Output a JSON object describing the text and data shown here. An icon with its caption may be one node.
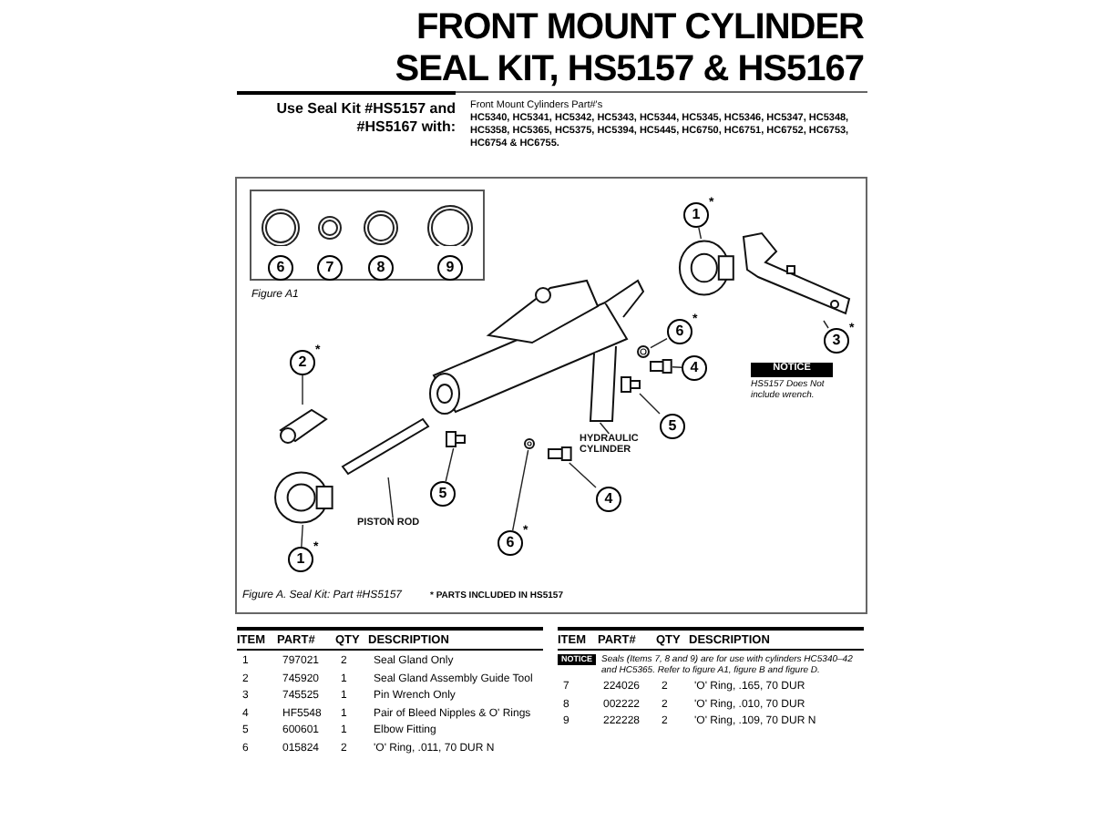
{
  "diagram": {
    "title": "FRONT MOUNT CYLINDER SEAL KIT, HS5157 & HS5167",
    "nodes": [
      {
        "text": [
          "1"
        ],
        "beside": [
          "*"
        ]
      },
      {
        "text": [],
        "shape": "picture"
      },
      {
        "text": [],
        "shape": "picture"
      },
      {
        "text": [
          "3"
        ],
        "beside": [
          "*"
        ]
      },
      {
        "text": [
          "6"
        ],
        "beside": [
          "*"
        ]
      },
      {
        "text": [],
        "shape": "circle"
      },
      {
        "text": [
          "4"
        ]
      },
      {
        "text": [],
        "shape": "picture"
      },
      {
        "text": [
          "5"
        ]
      },
      {
        "text": [],
        "shape": "picture"
      },
      {
        "text": [],
        "shape": "picture"
      },
      {
        "text": [
          "HYDRAULIC CYLINDER"
        ]
      },
      {
        "text": [
          "4"
        ]
      },
      {
        "text": [],
        "shape": "picture"
      },
      {
        "text": [
          "2"
        ],
        "beside": [
          "*"
        ]
      },
      {
        "text": [],
        "shape": "picture"
      },
      {
        "text": [
          "1"
        ],
        "beside": [
          "*"
        ]
      },
      {
        "text": [],
        "shape": "picture"
      },
      {
        "text": [],
        "shape": "picture"
      },
      {
        "text": [
          "PISTON ROD"
        ]
      },
      {
        "text": [
          "5"
        ]
      },
      {
        "text": [],
        "shape": "picture"
      },
      {
        "text": [
          "6"
        ],
        "beside": [
          "*"
        ]
      },
      {
        "text": [],
        "shape": "circle"
      },
      {
        "text": [
          "NOTICE"
        ],
        "beside": [
          "HS5157 Does Not include wrench."
        ]
      },
      {
        "text": [],
        "shape": "box",
        "beside": [
          "Figure A1"
        ]
      },
      {
        "text": [
          "6"
        ],
        "in": 25
      },
      {
        "text": [
          "7"
        ],
        "in": 25
      },
      {
        "text": [
          "8"
        ],
        "in": 25
      },
      {
        "text": [
          "9"
        ],
        "in": 25
      }
    ],
    "edges": [
      {
        "from": 0,
        "to": 1,
        "arrow": "none"
      },
      {
        "from": 3,
        "to": 2,
        "arrow": "none"
      },
      {
        "from": 4,
        "to": 5,
        "arrow": "none"
      },
      {
        "from": 6,
        "to": 7,
        "arrow": "none"
      },
      {
        "from": 8,
        "to": 10,
        "arrow": "none"
      },
      {
        "from": 11,
        "to": 9,
        "arrow": "none"
      },
      {
        "from": 12,
        "to": 13,
        "arrow": "none"
      },
      {
        "from": 14,
        "to": 15,
        "arrow": "none"
      },
      {
        "from": 16,
        "to": 17,
        "arrow": "none"
      },
      {
        "from": 19,
        "to": 18,
        "arrow": "none"
      },
      {
        "from": 20,
        "to": 21,
        "arrow": "none"
      },
      {
        "from": 22,
        "to": 23,
        "arrow": "none"
      }
    ],
    "labels": [
      "Use Seal Kit #HS5157 and #HS5167 with:",
      "Front Mount Cylinders Part#'s",
      "HC5340, HC5341, HC5342, HC5343, HC5344, HC5345, HC5346, HC5347, HC5348, HC5358, HC5365, HC5375, HC5394, HC5445, HC6750, HC6751, HC6752, HC6753, HC6754 & HC6755.",
      "Figure A. Seal Kit: Part #HS5157",
      "* PARTS INCLUDED IN HS5157",
      "ITEM",
      "PART#",
      "QTY",
      "DESCRIPTION",
      "1",
      "797021",
      "2",
      "Seal Gland Only",
      "2",
      "745920",
      "1",
      "Seal Gland Assembly Guide Tool",
      "3",
      "745525",
      "1",
      "Pin Wrench Only",
      "4",
      "HF5548",
      "1",
      "Pair of Bleed Nipples & O' Rings",
      "5",
      "600601",
      "1",
      "Elbow Fitting",
      "6",
      "015824",
      "2",
      "'O' Ring, .011, 70 DUR N",
      "ITEM",
      "PART#",
      "QTY",
      "DESCRIPTION",
      "NOTICE",
      "Seals (Items 7, 8 and 9) are for use with cylinders HC5340–42 and HC5365. Refer to figure A1, figure B and figure D.",
      "7",
      "224026",
      "2",
      "'O' Ring, .165, 70 DUR",
      "8",
      "002222",
      "2",
      "'O' Ring, .010, 70 DUR",
      "9",
      "222228",
      "2",
      "'O' Ring, .109, 70 DUR N"
    ]
  }
}
